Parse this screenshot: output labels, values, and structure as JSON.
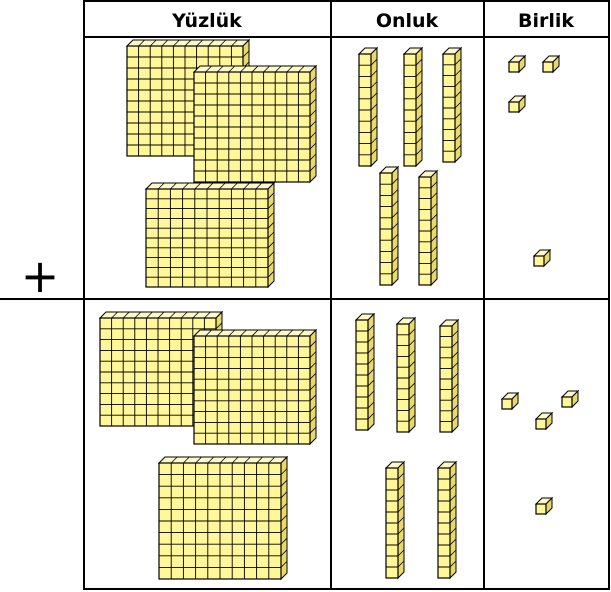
{
  "table": {
    "headers": [
      "Yüzlük",
      "Onluk",
      "Birlik"
    ],
    "operator": "+"
  },
  "colors": {
    "block_fill": "#fff799",
    "block_side": "#e8d96a",
    "block_top": "#fffbc8",
    "line": "#000000"
  },
  "rows": [
    {
      "hundreds": 3,
      "tens": 5,
      "ones": 4
    },
    {
      "hundreds": 3,
      "tens": 5,
      "ones": 4
    }
  ]
}
